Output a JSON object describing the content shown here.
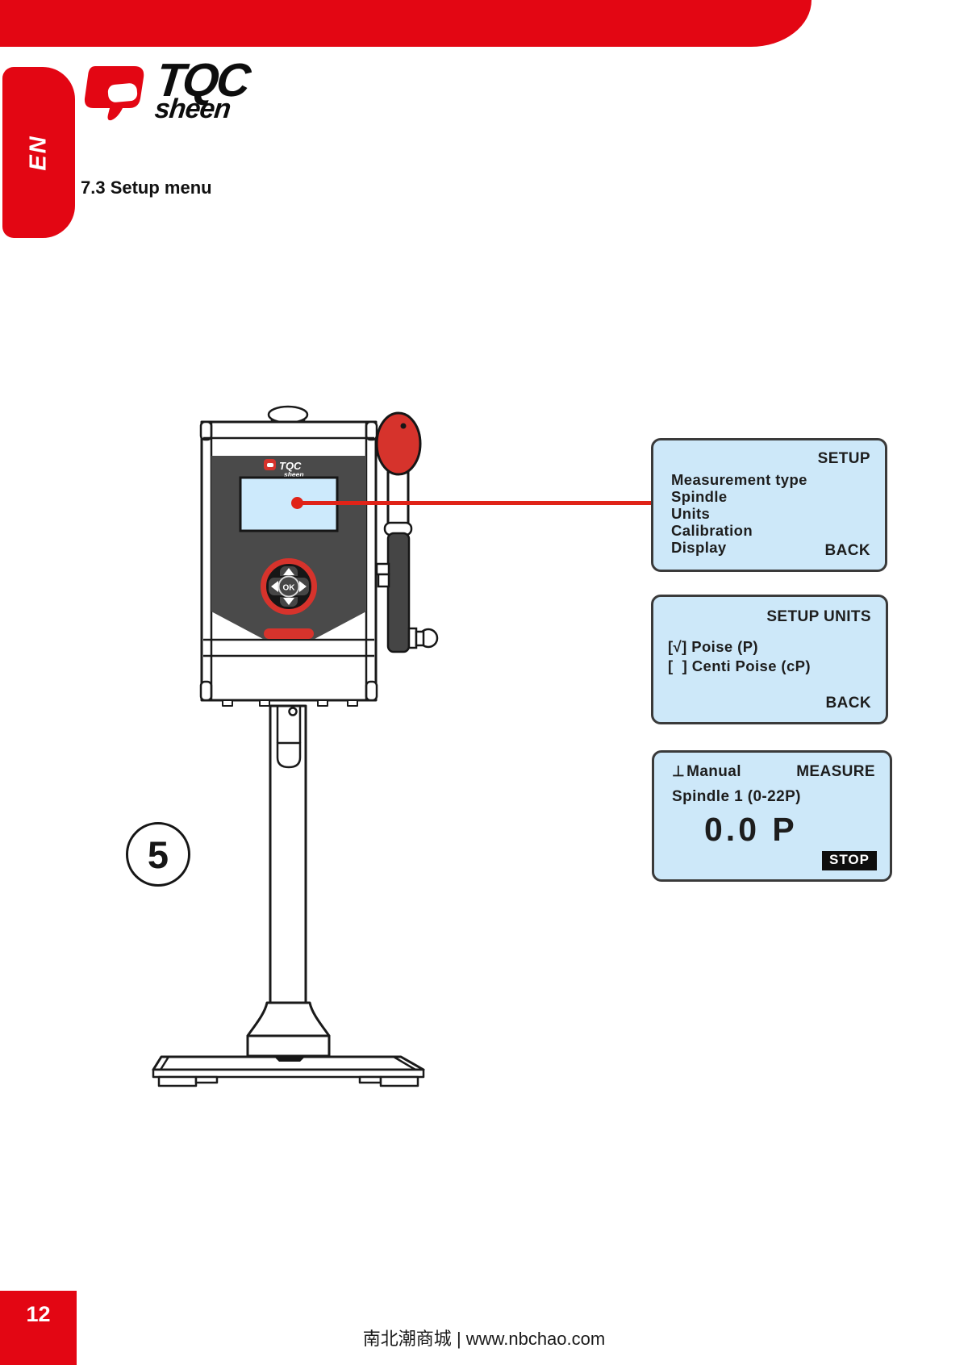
{
  "page": {
    "heading": "7.3 Setup menu",
    "language_tab": "EN",
    "page_number": "12",
    "footer_site": "南北潮商城",
    "footer_divider": "|",
    "footer_url": "www.nbchao.com"
  },
  "logo": {
    "primary": "TQC",
    "secondary": "sheen"
  },
  "figure": {
    "number": "5",
    "device_logo_primary": "TQC",
    "device_logo_secondary": "sheen",
    "ok_label": "OK"
  },
  "screens": {
    "setup": {
      "title": "SETUP",
      "items": [
        "Measurement type",
        "Spindle",
        "Units",
        "Calibration",
        "Display"
      ],
      "back_label": "BACK"
    },
    "units": {
      "title": "SETUP UNITS",
      "options": [
        {
          "checkbox": "[√]",
          "label": "Poise (P)"
        },
        {
          "checkbox": "[  ]",
          "label": "Centi Poise (cP)"
        }
      ],
      "back_label": "BACK"
    },
    "measure": {
      "mode_icon": "⊥",
      "mode_label": "Manual",
      "title": "MEASURE",
      "spindle_label": "Spindle 1 (0-22P)",
      "value": "0.0 P",
      "stop_label": "STOP"
    }
  },
  "colors": {
    "brand_red": "#e30613",
    "device_red": "#d6332c",
    "screen_blue": "#cde8f9",
    "panel_gray": "#4a4a4a",
    "ink": "#1c1c1c"
  }
}
